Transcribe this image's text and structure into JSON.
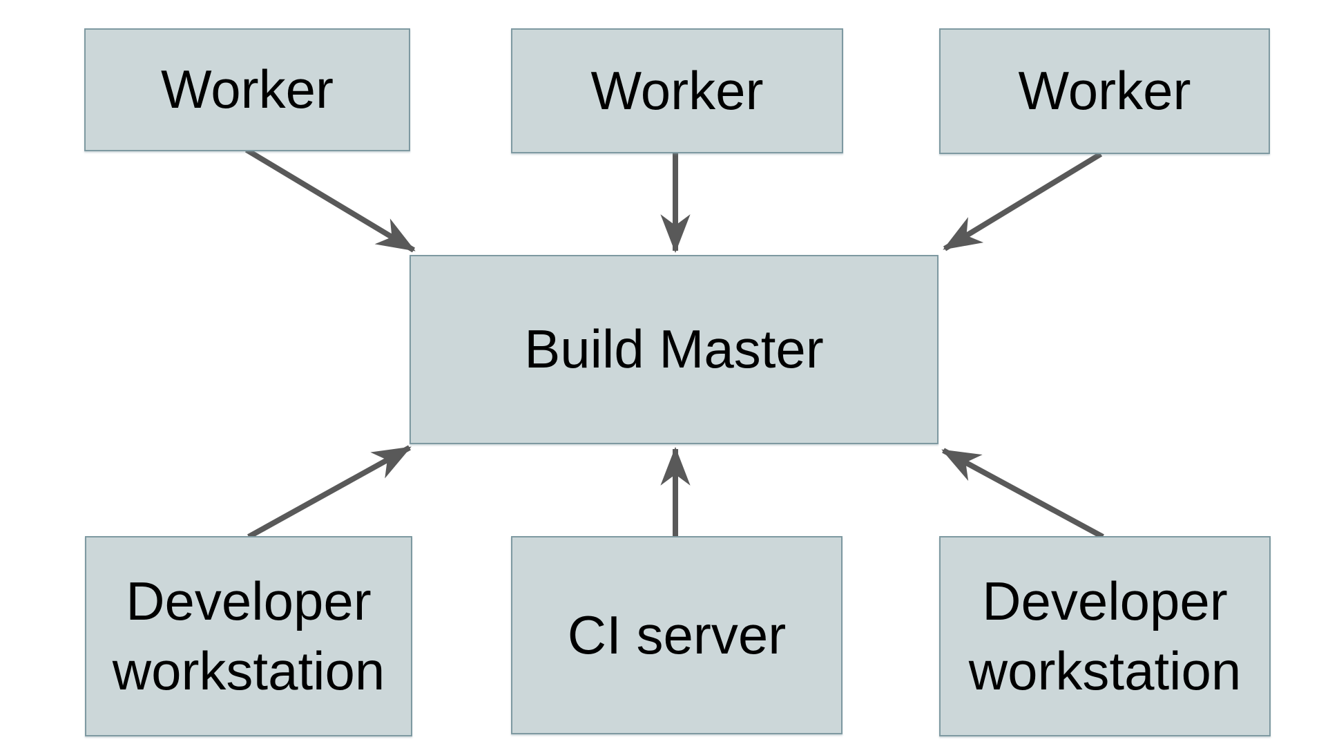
{
  "diagram": {
    "type": "architecture-diagram",
    "colors": {
      "background": "#ffffff",
      "node_fill": "#ccd7d9",
      "node_border": "#7e99a1",
      "arrow_color": "#595959",
      "text_color": "#000000"
    },
    "nodes": [
      {
        "id": "worker-1",
        "label": "Worker"
      },
      {
        "id": "worker-2",
        "label": "Worker"
      },
      {
        "id": "worker-3",
        "label": "Worker"
      },
      {
        "id": "build-master",
        "label": "Build Master"
      },
      {
        "id": "developer-workstation-left",
        "label": "Developer workstation"
      },
      {
        "id": "ci-server",
        "label": "CI server"
      },
      {
        "id": "developer-workstation-right",
        "label": "Developer workstation"
      }
    ],
    "edges": [
      {
        "from": "worker-1",
        "to": "build-master",
        "direction": "down-right"
      },
      {
        "from": "worker-2",
        "to": "build-master",
        "direction": "down"
      },
      {
        "from": "worker-3",
        "to": "build-master",
        "direction": "down-left"
      },
      {
        "from": "developer-workstation-left",
        "to": "build-master",
        "direction": "up-right"
      },
      {
        "from": "ci-server",
        "to": "build-master",
        "direction": "up"
      },
      {
        "from": "developer-workstation-right",
        "to": "build-master",
        "direction": "up-left"
      }
    ]
  }
}
